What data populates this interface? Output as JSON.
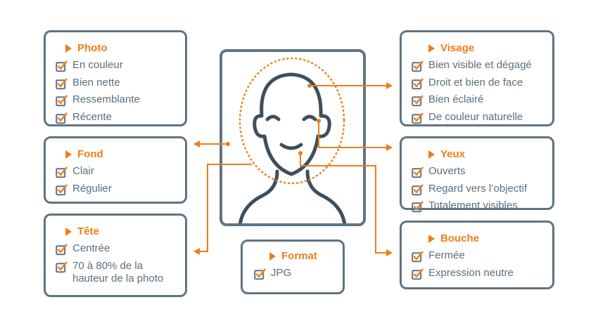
{
  "boxes": {
    "photo": {
      "title": "Photo",
      "items": [
        "En couleur",
        "Bien nette",
        "Ressemblante",
        "Récente"
      ]
    },
    "fond": {
      "title": "Fond",
      "items": [
        "Clair",
        "Régulier"
      ]
    },
    "tete": {
      "title": "Tête",
      "items": [
        "Centrée",
        "70 à 80% de la hauteur de la photo"
      ]
    },
    "format": {
      "title": "Format",
      "items": [
        "JPG"
      ]
    },
    "visage": {
      "title": "Visage",
      "items": [
        "Bien visible et dégagé",
        "Droit et bien de face",
        "Bien éclairé",
        "De couleur naturelle"
      ]
    },
    "yeux": {
      "title": "Yeux",
      "items": [
        "Ouverts",
        "Regard vers l’objectif",
        "Totalement visibles"
      ]
    },
    "bouche": {
      "title": "Bouche",
      "items": [
        "Fermée",
        "Expression neutre"
      ]
    }
  },
  "colors": {
    "accent": "#ef7d1a",
    "frame": "#5f7482",
    "text": "#5a6e7c",
    "face": "#3d4f5c"
  },
  "icons": {
    "bullet": "triangle-bullet-icon",
    "check": "checkbox-checked-icon"
  }
}
